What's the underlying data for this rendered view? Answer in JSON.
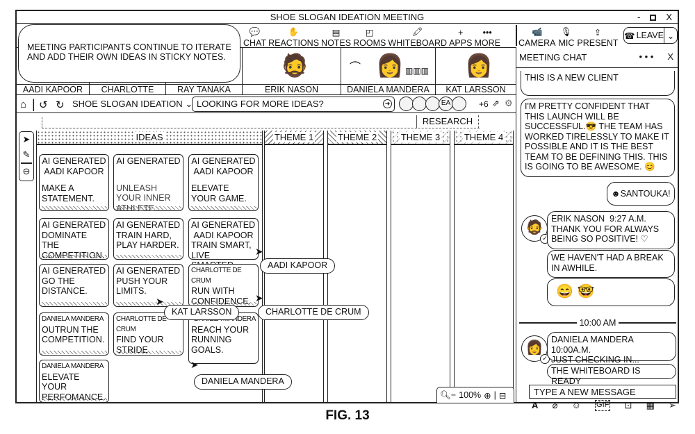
{
  "window": {
    "title": "SHOE SLOGAN IDEATION MEETING",
    "controls": {
      "minimize": "-",
      "close": "X"
    }
  },
  "caption": "MEETING PARTICIPANTS CONTINUE TO ITERATE AND ADD THEIR OWN IDEAS IN STICKY NOTES.",
  "toolbar": {
    "items": [
      {
        "label": "CHAT",
        "icon": "chat-bubble-icon"
      },
      {
        "label": "REACTIONS",
        "icon": "reactions-icon"
      },
      {
        "label": "NOTES",
        "icon": "notes-icon"
      },
      {
        "label": "ROOMS",
        "icon": "rooms-icon"
      },
      {
        "label": "WHITEBOARD",
        "icon": "whiteboard-icon"
      },
      {
        "label": "APPS",
        "icon": "plus-icon"
      },
      {
        "label": "MORE",
        "icon": "ellipsis-icon"
      }
    ],
    "media": [
      {
        "label": "CAMERA",
        "icon": "camera-icon"
      },
      {
        "label": "MIC",
        "icon": "mic-icon"
      },
      {
        "label": "PRESENT",
        "icon": "present-icon"
      }
    ],
    "leave_label": "LEAVE"
  },
  "participants": [
    {
      "name": "AADI KAPOOR"
    },
    {
      "name": "CHARLOTTE"
    },
    {
      "name": "RAY TANAKA"
    },
    {
      "name": "ERIK NASON"
    },
    {
      "name": "DANIELA MANDERA"
    },
    {
      "name": "KAT LARSSON"
    }
  ],
  "navbar": {
    "board_name": "SHOE SLOGAN IDEATION",
    "prompt_value": "LOOKING FOR MORE IDEAS?",
    "collaborators": [
      "",
      "",
      "",
      "EA",
      ""
    ],
    "more_count": "+6"
  },
  "canvas": {
    "research_label": "RESEARCH",
    "columns": [
      {
        "title": "IDEAS"
      },
      {
        "title": "THEME 1"
      },
      {
        "title": "THEME 2"
      },
      {
        "title": "THEME 3"
      },
      {
        "title": "THEME 4"
      }
    ],
    "notes": [
      {
        "by": "AI GENERATED",
        "by2": "AADI KAPOOR",
        "text": "MAKE A STATEMENT."
      },
      {
        "by": "AI GENERATED",
        "by2": "",
        "text": "UNLEASH YOUR INNER ATHLETE"
      },
      {
        "by": "AI GENERATED",
        "by2": "AADI KAPOOR",
        "text": "ELEVATE YOUR GAME."
      },
      {
        "by": "AI GENERATED",
        "by2": "",
        "text": "DOMINATE THE COMPETITION."
      },
      {
        "by": "AI GENERATED",
        "by2": "",
        "text": "TRAIN HARD, PLAY HARDER."
      },
      {
        "by": "AI GENERATED",
        "by2": "AADI KAPOOR",
        "text": "TRAIN SMART, LIVE SMARTER."
      },
      {
        "by": "AI GENERATED",
        "by2": "",
        "text": "GO THE DISTANCE."
      },
      {
        "by": "AI GENERATED",
        "by2": "",
        "text": "PUSH YOUR LIMITS."
      },
      {
        "by": "CHARLOTTE DE CRUM",
        "by2": "",
        "text": "RUN WITH CONFIDENCE."
      },
      {
        "by": "DANIELA MANDERA",
        "by2": "",
        "text": "OUTRUN THE COMPETITION."
      },
      {
        "by": "CHARLOTTE DE CRUM",
        "by2": "",
        "text": "FIND YOUR STRIDE."
      },
      {
        "by": "DANIELA MANDERA",
        "by2": "",
        "text": "REACH YOUR RUNNING GOALS."
      },
      {
        "by": "DANIELA MANDERA",
        "by2": "",
        "text": "ELEVATE YOUR PERFOMANCE."
      }
    ],
    "cursors": [
      {
        "name": "AADI KAPOOR"
      },
      {
        "name": "CHARLOTTE DE CRUM"
      },
      {
        "name": "KAT LARSSON"
      },
      {
        "name": "DANIELA MANDERA"
      }
    ],
    "zoom_level": "100%"
  },
  "chat": {
    "title": "MEETING CHAT",
    "more": "• • •",
    "close": "X",
    "messages": [
      {
        "text": "THIS IS A NEW CLIENT"
      },
      {
        "text": "I'M PRETTY CONFIDENT THAT THIS LAUNCH WILL BE SUCCESSFUL.😎 THE TEAM HAS WORKED TIRELESSLY TO MAKE IT POSSIBLE AND IT IS THE BEST TEAM TO BE DEFINING THIS. THIS IS GOING TO BE AWESOME. 😊"
      },
      {
        "text": "SANTOUKA!"
      },
      {
        "sender": "ERIK NASON",
        "time": "9:27 A.M.",
        "text": "THANK YOU FOR ALWAYS BEING SO POSITIVE! ♡"
      },
      {
        "text": "WE HAVEN'T HAD A BREAK IN AWHILE."
      },
      {
        "text": "😄 🤓"
      },
      {
        "sender": "DANIELA MANDERA",
        "time": "10:00A.M.",
        "text": "JUST CHECKING IN..."
      },
      {
        "text": "THE WHITEBOARD IS READY"
      }
    ],
    "time_separator": "10:00 AM",
    "input_placeholder": "TYPE A NEW MESSAGE",
    "tools": [
      "format-icon",
      "attach-icon",
      "emoji-icon",
      "gif-icon",
      "sticker-icon",
      "schedule-icon",
      "send-icon"
    ],
    "gif_label": "GIF"
  },
  "figure_label": "FIG. 13"
}
